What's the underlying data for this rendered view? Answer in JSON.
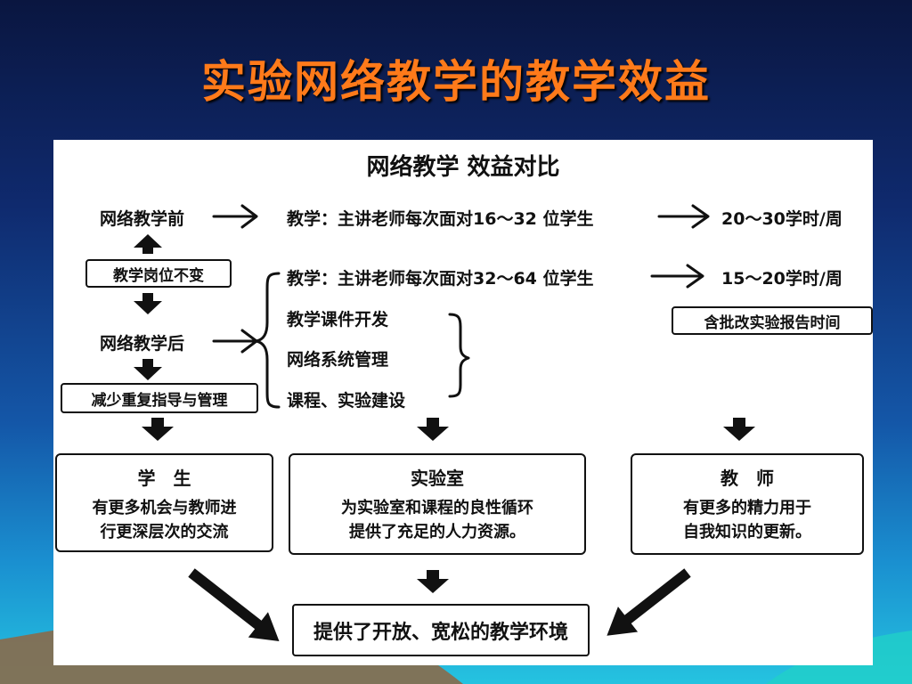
{
  "slide": {
    "title": "实验网络教学的教学效益"
  },
  "diagram": {
    "heading": "网络教学 效益对比",
    "before": {
      "label": "网络教学前",
      "teaching": "教学：主讲老师每次面对16～32 位学生",
      "hours": "20～30学时/周"
    },
    "unchanged_box": "教学岗位不变",
    "after": {
      "label": "网络教学后",
      "teaching": "教学：主讲老师每次面对32～64 位学生",
      "hours": "15～20学时/周",
      "hours_note": "含批改实验报告时间",
      "tasks": [
        "教学课件开发",
        "网络系统管理",
        "课程、实验建设"
      ]
    },
    "reduce_box": "减少重复指导与管理",
    "cards": [
      {
        "title": "学　生",
        "lines": [
          "有更多机会与教师进",
          "行更深层次的交流"
        ]
      },
      {
        "title": "实验室",
        "lines": [
          "为实验室和课程的良性循环",
          "提供了充足的人力资源。"
        ]
      },
      {
        "title": "教　师",
        "lines": [
          "有更多的精力用于",
          "自我知识的更新。"
        ]
      }
    ],
    "result_box": "提供了开放、宽松的教学环境"
  }
}
